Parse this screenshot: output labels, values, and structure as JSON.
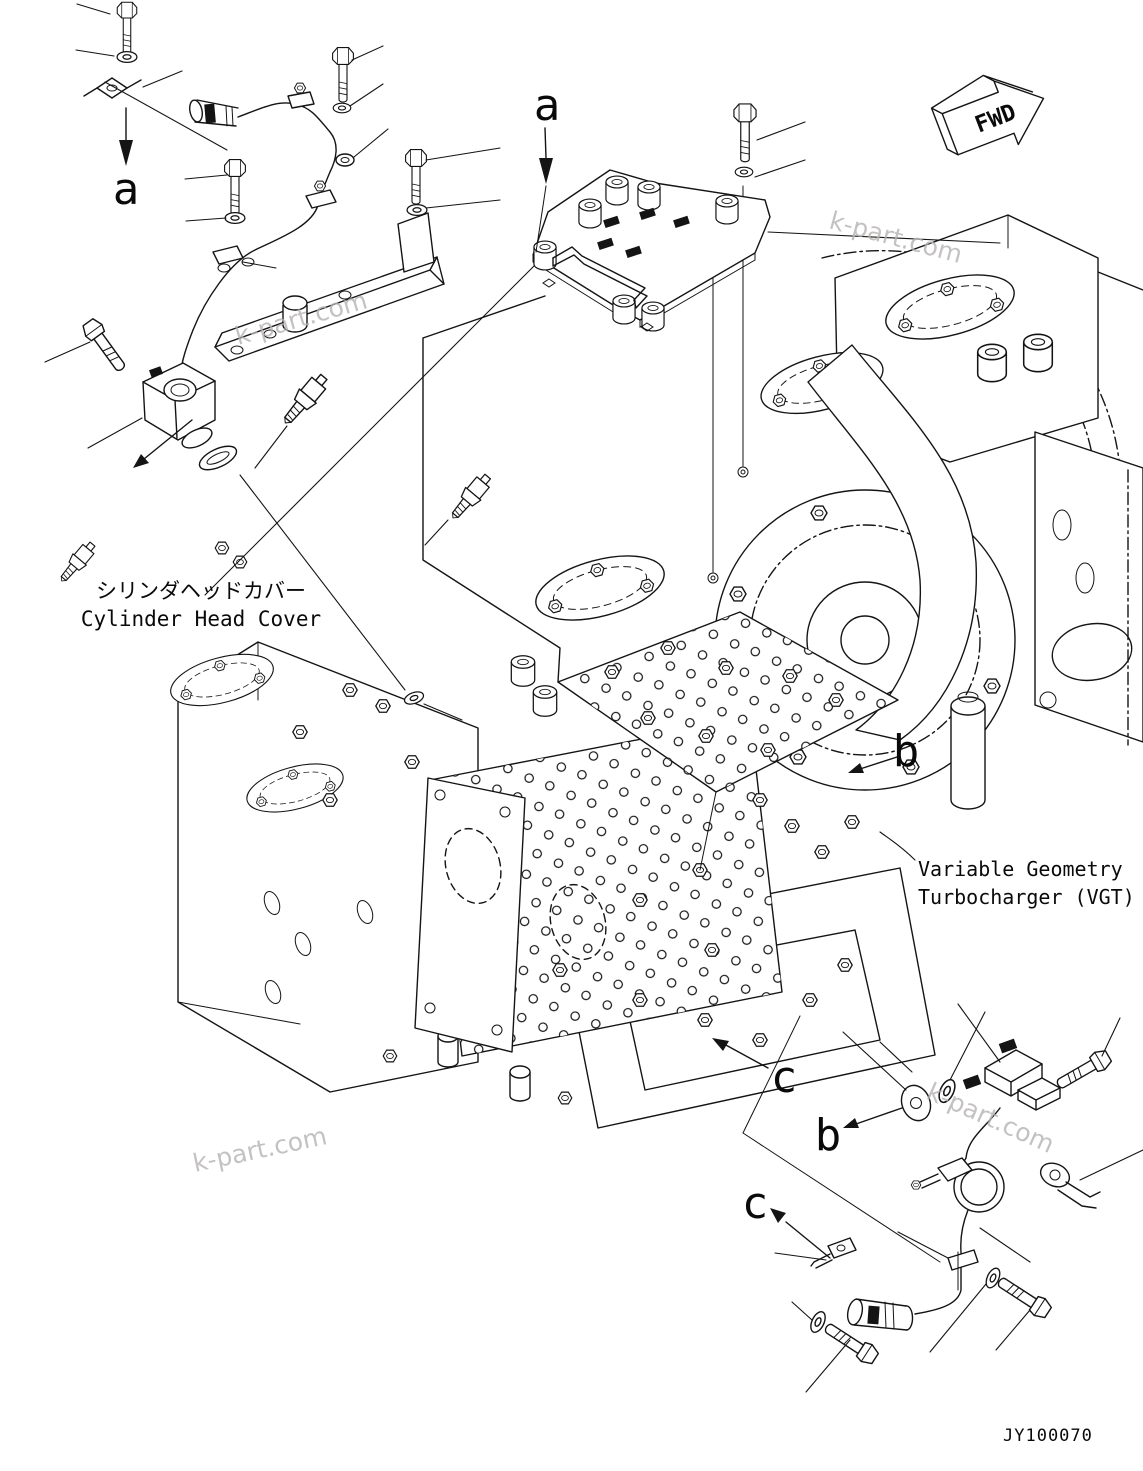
{
  "colors": {
    "ink": "#141414",
    "background": "#ffffff",
    "watermark": "#b6b2b2"
  },
  "drawing_number": "JY100070",
  "fwd_indicator": {
    "label": "FWD"
  },
  "view_labels": {
    "a_top_left": "a",
    "a_top_middle": "a",
    "b_turbo": "b",
    "b_harness": "b",
    "c_engine": "c",
    "c_harness": "c"
  },
  "part_labels": {
    "cylinder_head_cover_jp": "シリンダヘッドカバー",
    "cylinder_head_cover_en": "Cylinder Head Cover",
    "vgt_line1": "Variable Geometry",
    "vgt_line2": "Turbocharger (VGT)"
  },
  "watermarks": [
    "k-part.com",
    "k-part.com",
    "k-part.com",
    "k-part.com"
  ]
}
